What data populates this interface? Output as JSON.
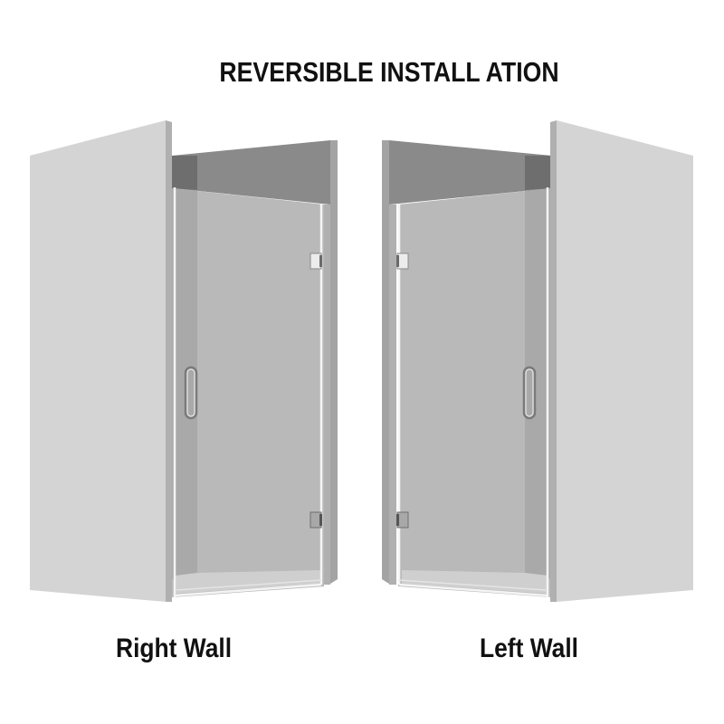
{
  "title": "REVERSIBLE INSTALL ATION",
  "units": [
    {
      "label": "Right Wall",
      "hinge_side": "right",
      "handle_side": "left",
      "hinges": 2,
      "icon": "shower-door-right-hinge"
    },
    {
      "label": "Left Wall",
      "hinge_side": "left",
      "handle_side": "right",
      "hinges": 2,
      "icon": "shower-door-left-hinge"
    }
  ],
  "colors": {
    "background": "#ffffff",
    "wall_front": "#d4d4d4",
    "wall_edge": "#b0b0b0",
    "back_wall_top": "#8a8a8a",
    "back_wall_corner": "#6e6e6e",
    "glass": "#b9b9b9",
    "glass_side": "#a9a9a9",
    "frame_highlight": "#f2f2f2",
    "text": "#111111"
  }
}
